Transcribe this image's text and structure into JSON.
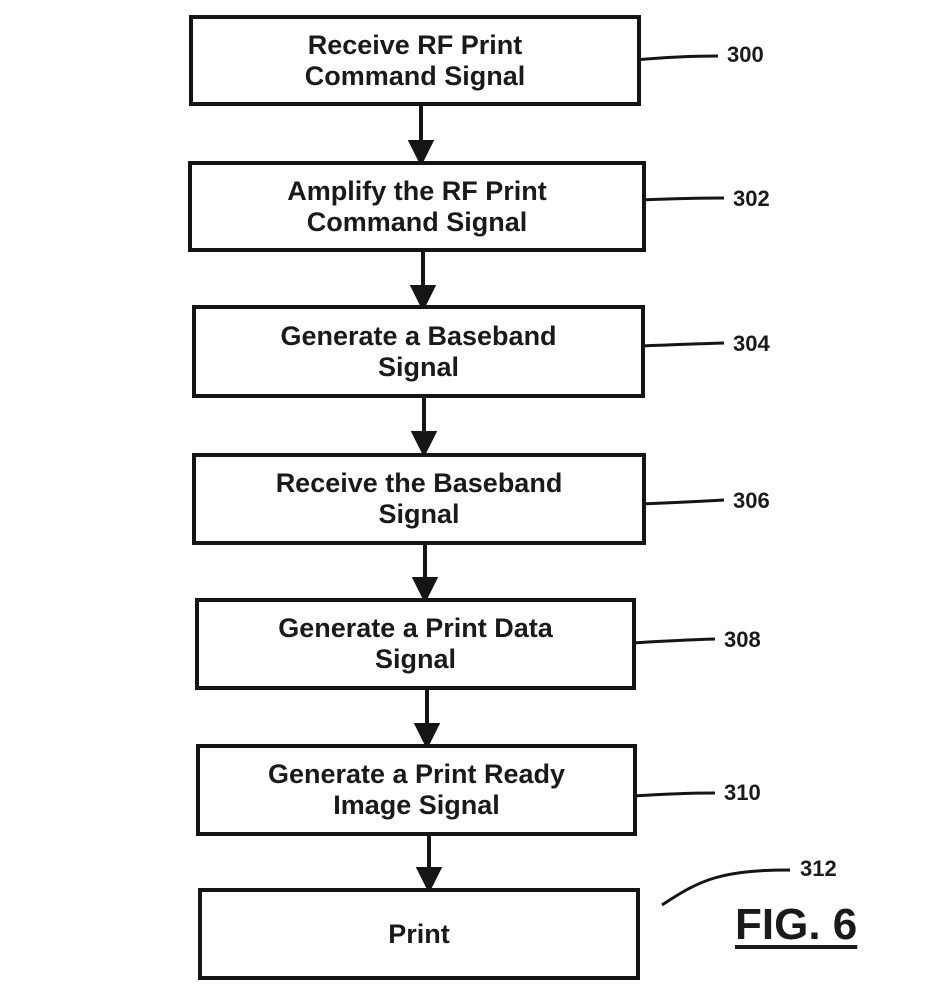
{
  "figure": {
    "label": "FIG. 6",
    "steps": [
      {
        "id": "300",
        "text": "Receive RF Print\nCommand Signal"
      },
      {
        "id": "302",
        "text": "Amplify the RF Print\nCommand Signal"
      },
      {
        "id": "304",
        "text": "Generate a Baseband\nSignal"
      },
      {
        "id": "306",
        "text": "Receive the Baseband\nSignal"
      },
      {
        "id": "308",
        "text": "Generate a Print Data\nSignal"
      },
      {
        "id": "310",
        "text": "Generate a Print Ready\nImage Signal"
      },
      {
        "id": "312",
        "text": "Print"
      }
    ]
  }
}
